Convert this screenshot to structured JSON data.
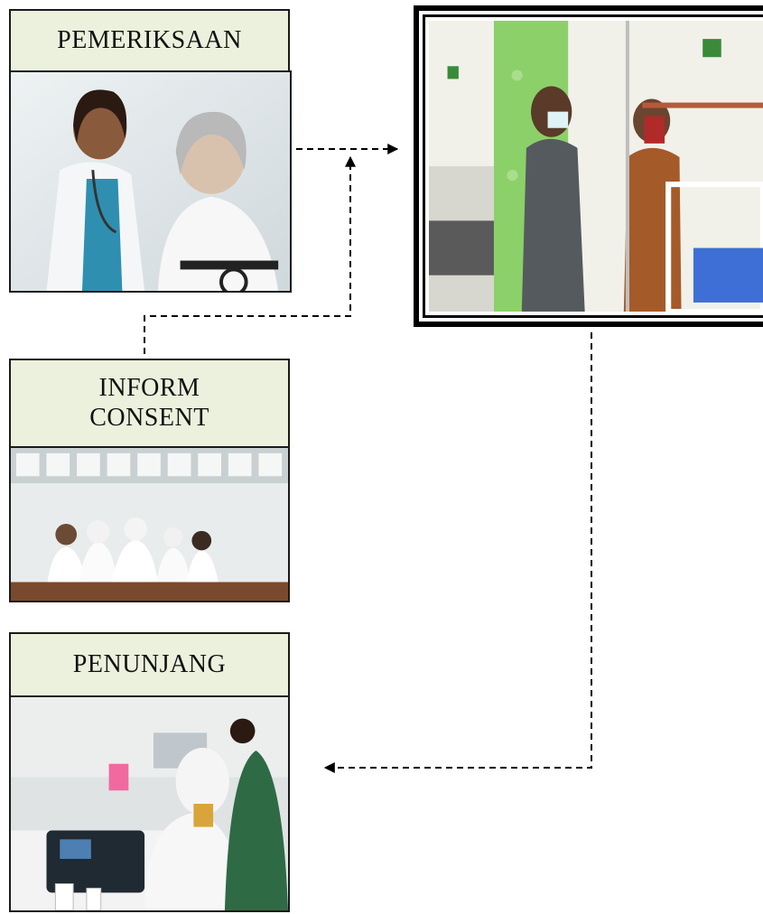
{
  "steps": [
    {
      "id": "pemeriksaan",
      "label": "PEMERIKSAAN"
    },
    {
      "id": "inform-consent",
      "label": "INFORM CONSENT"
    },
    {
      "id": "penunjang",
      "label": "PENUNJANG"
    }
  ],
  "images": {
    "pemeriksaan": "doctor examining elderly patient photo",
    "inform_consent": "nurses seated at table photo",
    "penunjang": "laboratory technicians photo",
    "ward": "hospital ward patient room photo"
  },
  "colors": {
    "label_fill": "#ecf1dd",
    "border": "#1a1a1a",
    "connector": "#000000"
  },
  "connectors": [
    {
      "from": "pemeriksaan",
      "to": "ward",
      "style": "dashed"
    },
    {
      "from": "inform-consent",
      "to": "ward",
      "style": "dashed"
    },
    {
      "from": "ward",
      "to": "penunjang",
      "style": "dashed"
    }
  ]
}
